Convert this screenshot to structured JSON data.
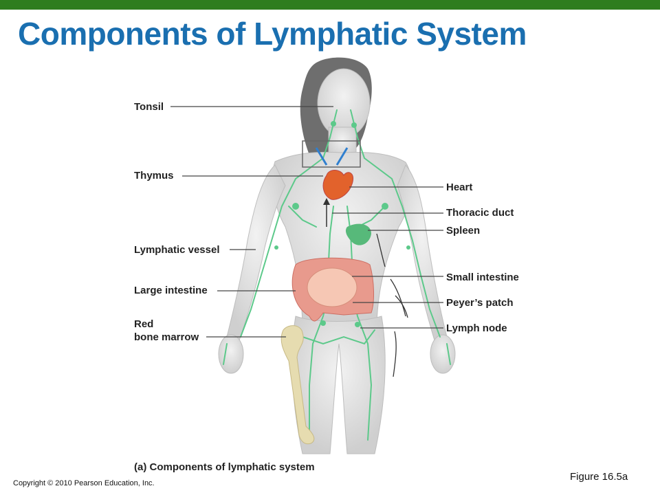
{
  "slide": {
    "title": "Components of Lymphatic System",
    "figure_ref": "Figure 16.5a",
    "copyright": "Copyright © 2010 Pearson Education, Inc.",
    "caption_tag": "(a)",
    "caption_text": "Components of lymphatic system"
  },
  "labels": {
    "tonsil": "Tonsil",
    "thymus": "Thymus",
    "lymphatic_vessel": "Lymphatic vessel",
    "large_intestine": "Large intestine",
    "red": "Red",
    "bone_marrow": "bone marrow",
    "heart": "Heart",
    "thoracic_duct": "Thoracic duct",
    "spleen": "Spleen",
    "small_intestine": "Small intestine",
    "peyers_patch": "Peyer’s patch",
    "lymph_node": "Lymph node"
  },
  "colors": {
    "top_bar": "#2e7d1e",
    "title": "#1a6fb0",
    "lymph": "#5cc98a",
    "body": "#dcdcdc",
    "hair": "#6e6e6e"
  }
}
